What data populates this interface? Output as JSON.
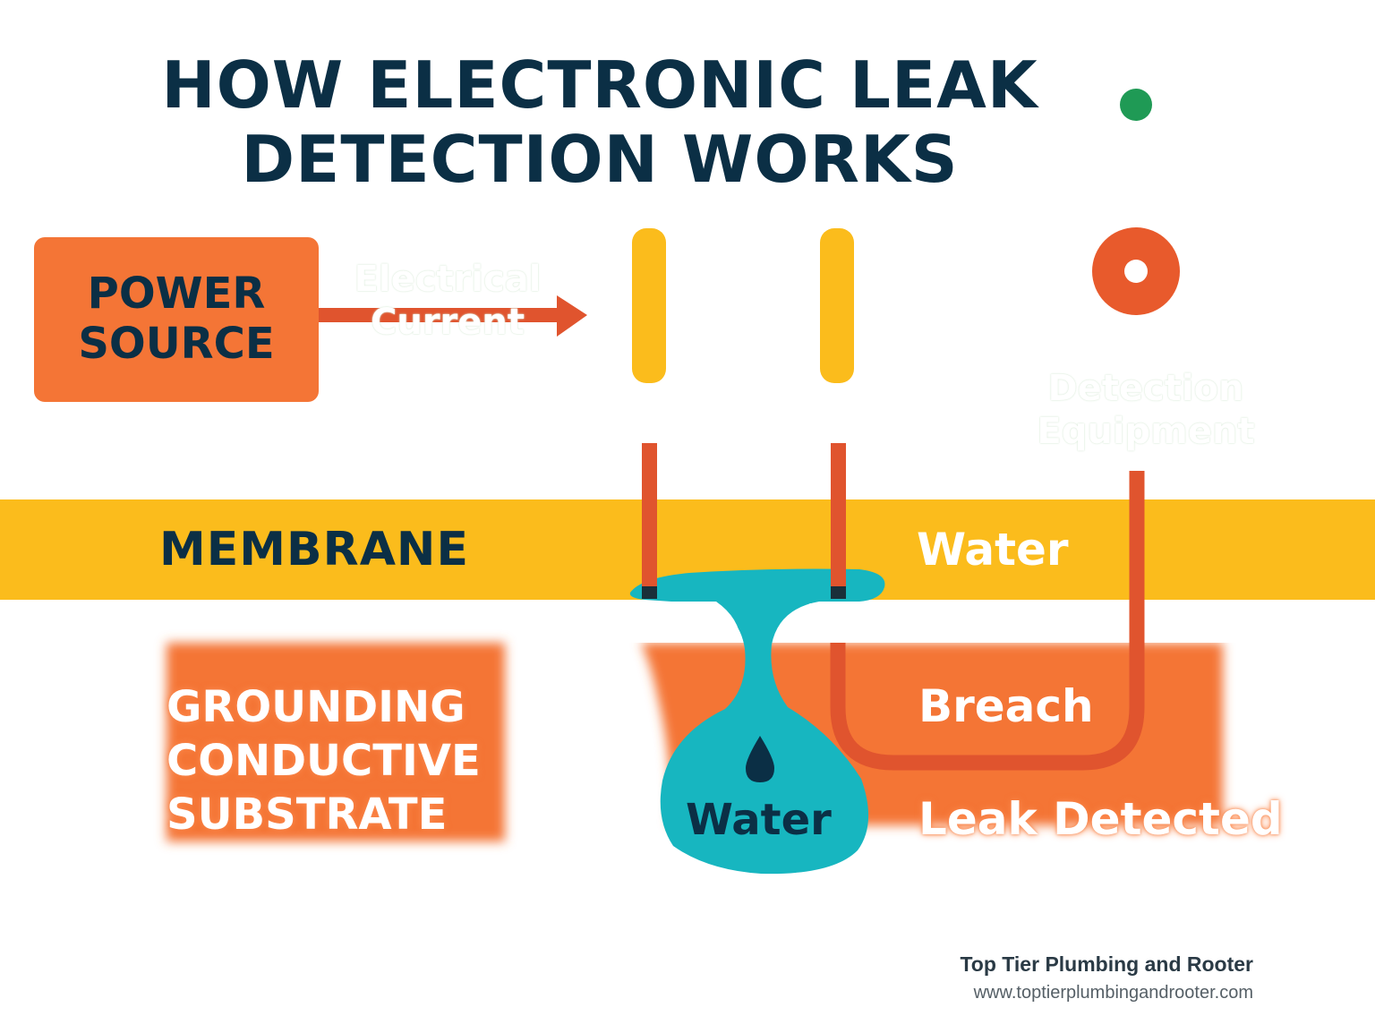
{
  "title": {
    "line1": "HOW ELECTRONIC LEAK",
    "line2": "DETECTION WORKS"
  },
  "power_source": {
    "line1": "POWER",
    "line2": "SOURCE"
  },
  "current_label": {
    "line1": "Electrical",
    "line2": "Current"
  },
  "equipment_label": {
    "line1": "Detection",
    "line2": "Equipment"
  },
  "membrane_label": "MEMBRANE",
  "membrane_water_label": "Water",
  "substrate_label": {
    "line1": "GROUNDING",
    "line2": "CONDUCTIVE",
    "line3": "SUBSTRATE"
  },
  "breach_label": "Breach",
  "pool_water_label": "Water",
  "leak_label": "Leak Detected",
  "footer": {
    "company": "Top Tier Plumbing and Rooter",
    "website": "www.toptierplumbingandrooter.com"
  },
  "colors": {
    "title": "#0b2f45",
    "orange": "#f47536",
    "red_line": "#e0542e",
    "yellow": "#fbbc1c",
    "water": "#17b6c0",
    "green_dot": "#1f9a55"
  },
  "icons": [
    "indicator-dot-icon",
    "target-ring-icon",
    "arrow-icon",
    "water-drop-icon"
  ]
}
